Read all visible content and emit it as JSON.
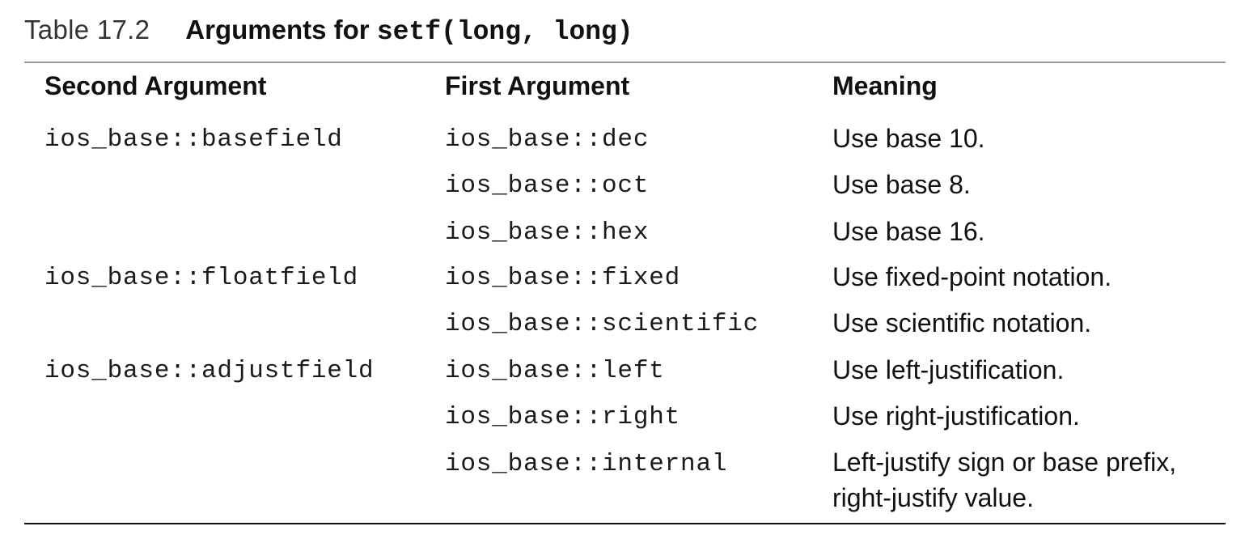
{
  "caption": {
    "number": "Table 17.2",
    "title_prefix": "Arguments for ",
    "title_code": "setf(long, long)"
  },
  "headers": {
    "second_argument": "Second Argument",
    "first_argument": "First Argument",
    "meaning": "Meaning"
  },
  "rows": [
    {
      "second": "ios_base::basefield",
      "first": "ios_base::dec",
      "meaning": "Use base 10."
    },
    {
      "second": "",
      "first": "ios_base::oct",
      "meaning": "Use base 8."
    },
    {
      "second": "",
      "first": "ios_base::hex",
      "meaning": "Use base 16."
    },
    {
      "second": "ios_base::floatfield",
      "first": "ios_base::fixed",
      "meaning": "Use fixed-point notation."
    },
    {
      "second": "",
      "first": "ios_base::scientific",
      "meaning": "Use scientific notation."
    },
    {
      "second": "ios_base::adjustfield",
      "first": "ios_base::left",
      "meaning": "Use left-justification."
    },
    {
      "second": "",
      "first": "ios_base::right",
      "meaning": "Use right-justification."
    },
    {
      "second": "",
      "first": "ios_base::internal",
      "meaning": "Left-justify sign or base prefix,",
      "meaning_line2": "right-justify value."
    }
  ]
}
